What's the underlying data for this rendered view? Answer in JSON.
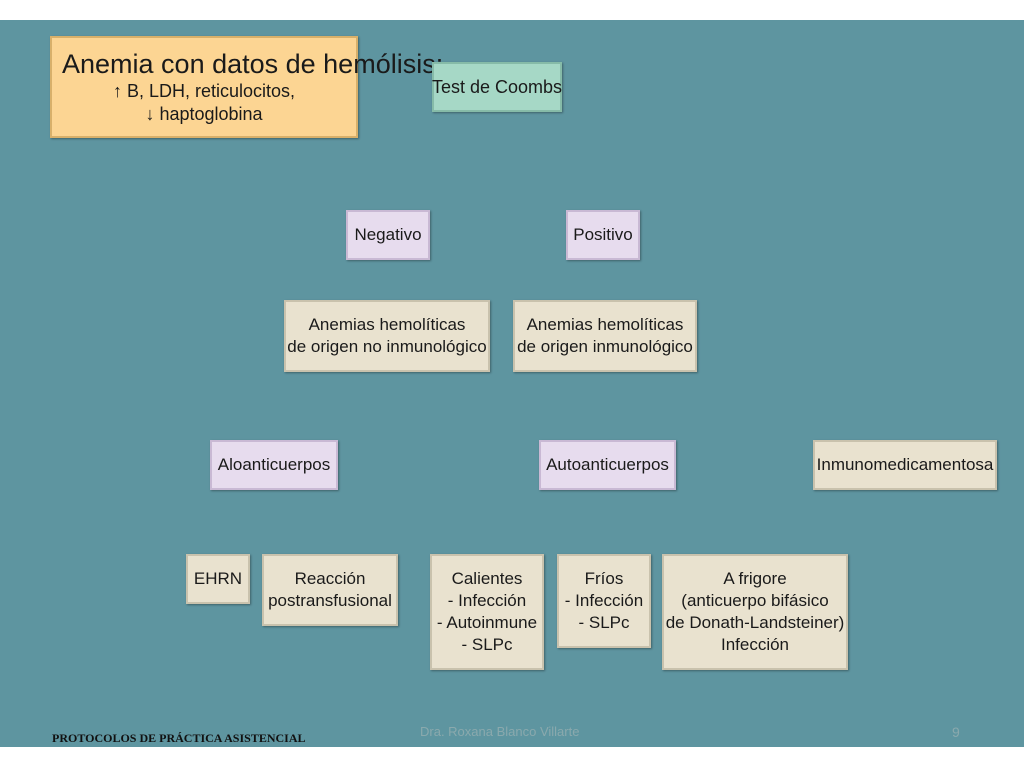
{
  "diagram": {
    "start": {
      "title": "Anemia con datos de hemólisis:",
      "line2": "↑ B, LDH, reticulocitos,",
      "line3": "↓ haptoglobina"
    },
    "test": "Test de Coombs",
    "negative": "Negativo",
    "positive": "Positivo",
    "non_immune": [
      "Anemias hemolíticas",
      "de origen no inmunológico"
    ],
    "immune": [
      "Anemias hemolíticas",
      "de origen inmunológico"
    ],
    "alo": "Aloanticuerpos",
    "auto": "Autoanticuerpos",
    "drug": "Inmunomedicamentosa",
    "ehrn": "EHRN",
    "transfusion": [
      "Reacción",
      "postransfusional"
    ],
    "warm": [
      "Calientes",
      "- Infección",
      "- Autoinmune",
      "- SLPc"
    ],
    "cold": [
      "Fríos",
      "- Infección",
      "- SLPc"
    ],
    "frigore": [
      "A frigore",
      "(anticuerpo bifásico",
      "de Donath-Landsteiner)",
      "Infección"
    ]
  },
  "footer": {
    "protocol": "PROTOCOLOS DE PRÁCTICA ASISTENCIAL",
    "author": "Dra. Roxana Blanco Villarte",
    "page": "9"
  },
  "colors": {
    "background": "#5e95a0",
    "tan": "#e9e2cf",
    "purple": "#e7dcee",
    "mint": "#a6d8c6",
    "orange": "#fcd593",
    "arrow": "#ffffff"
  }
}
